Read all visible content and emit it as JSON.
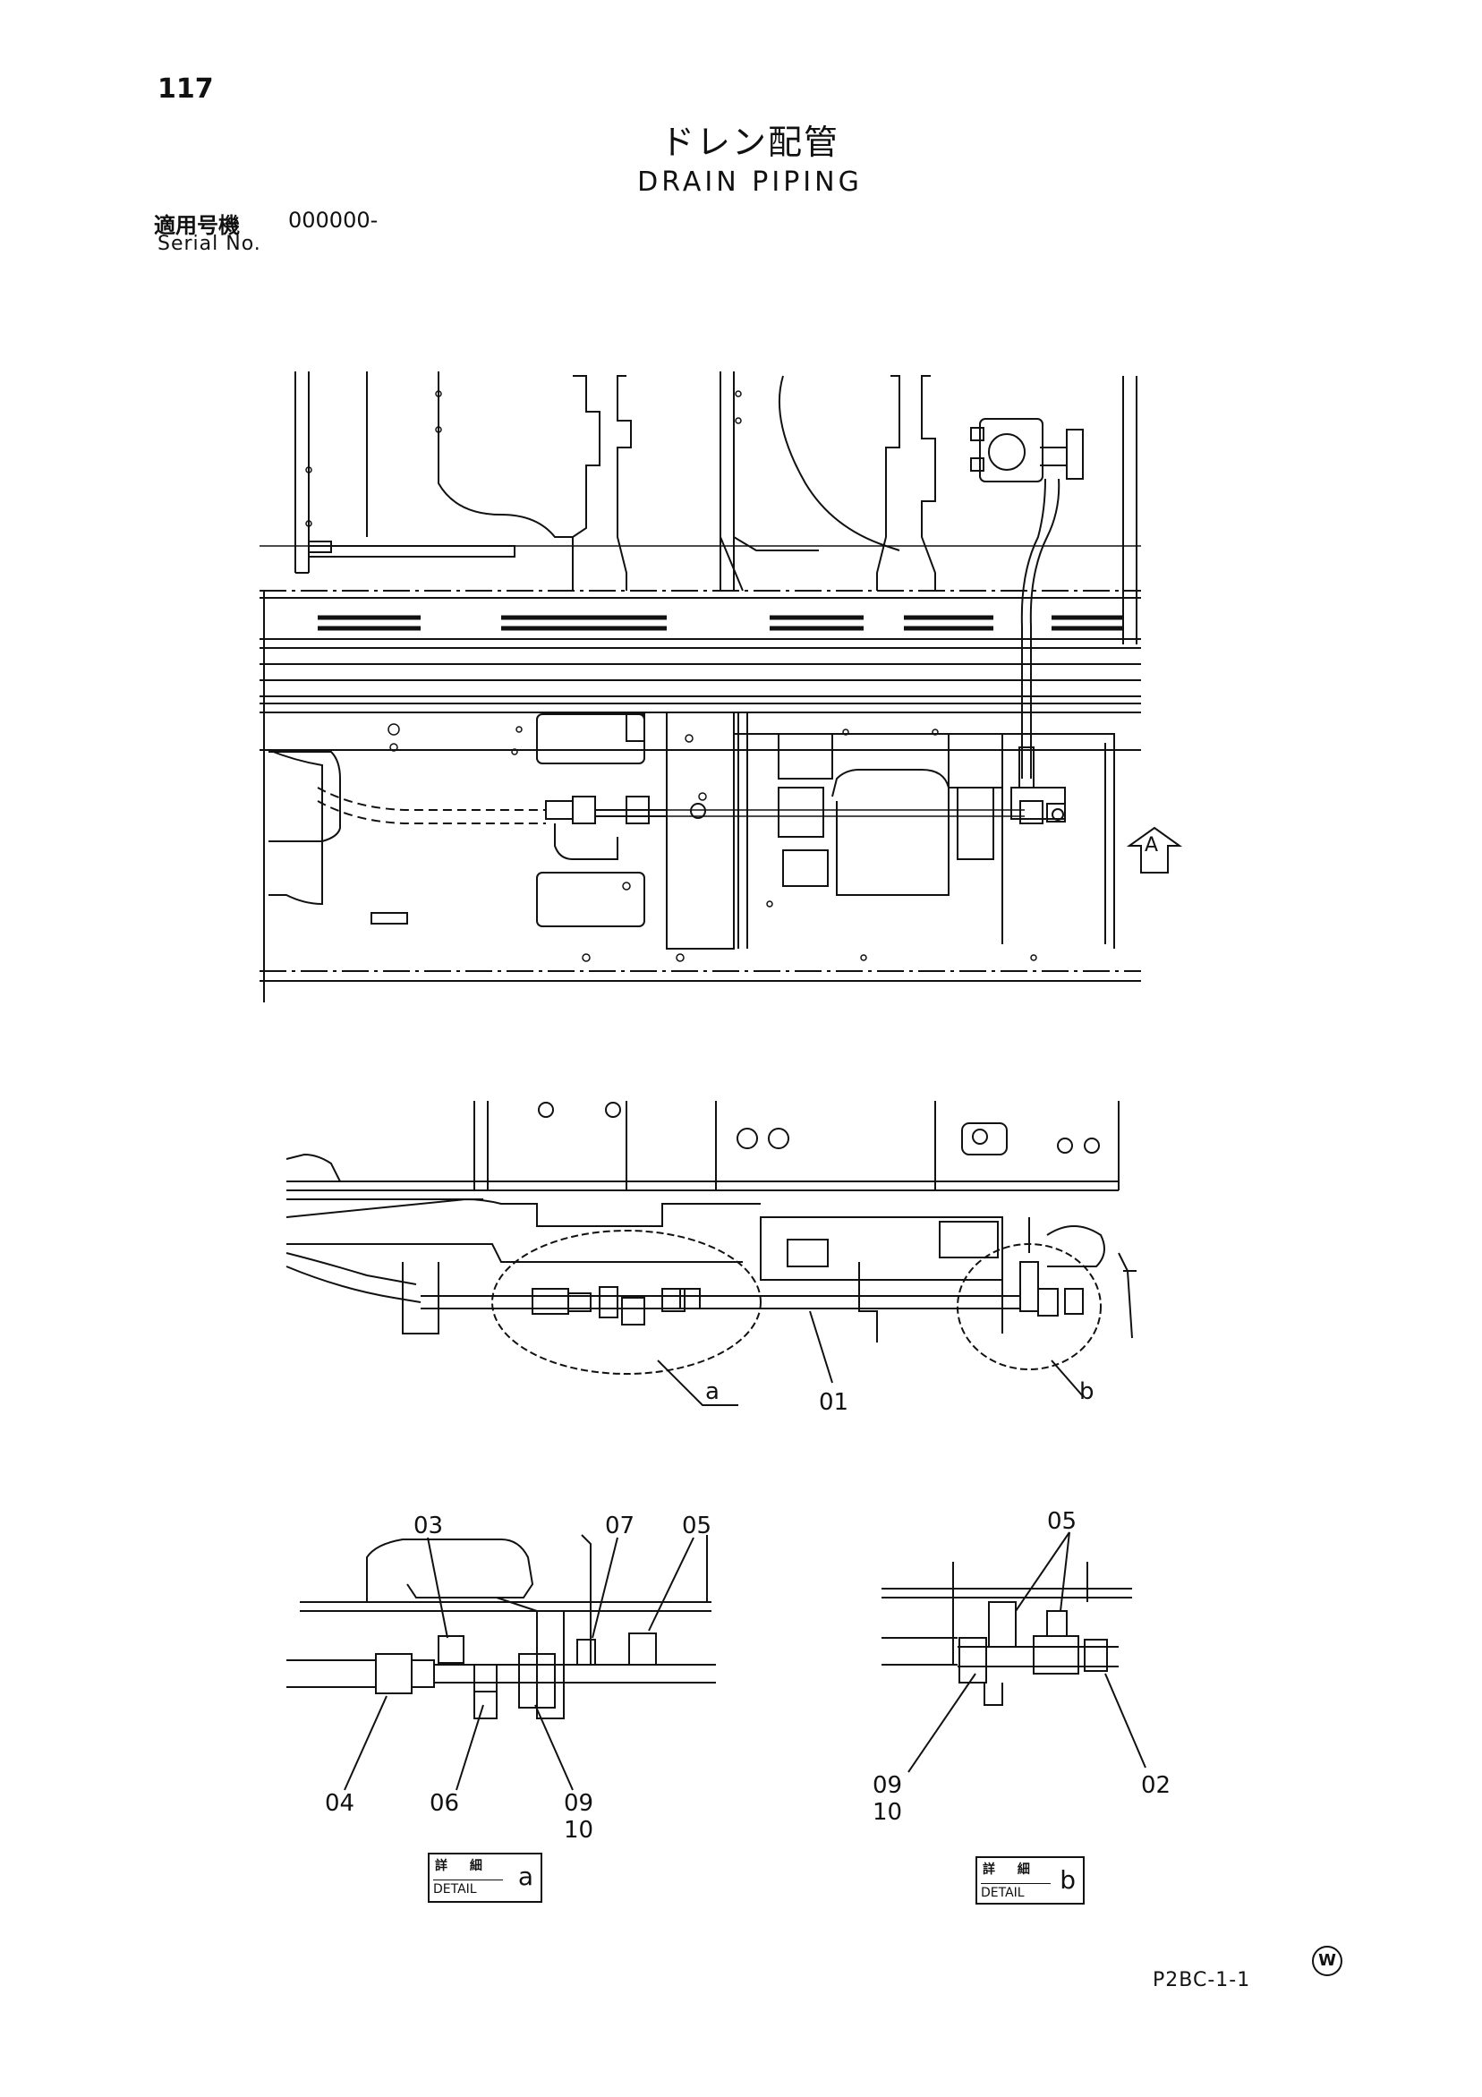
{
  "page_number": "117",
  "title_jp": "ドレン配管",
  "title_en": "DRAIN PIPING",
  "serial": {
    "label_jp": "適用号機",
    "value": "000000-",
    "label_en": "Serial No."
  },
  "view_marker": "A",
  "callouts_main": {
    "a": "a",
    "b": "b",
    "part01": "01"
  },
  "detail_a": {
    "labels": {
      "p03": "03",
      "p07": "07",
      "p05": "05",
      "p04": "04",
      "p06": "06",
      "p09": "09",
      "p10": "10"
    },
    "box_jp": "詳 細",
    "box_en": "DETAIL",
    "box_letter": "a"
  },
  "detail_b": {
    "labels": {
      "p05": "05",
      "p09": "09",
      "p10": "10",
      "p02": "02"
    },
    "box_jp": "詳 細",
    "box_en": "DETAIL",
    "box_letter": "b"
  },
  "footer_code": "P2BC-1-1",
  "watermark": "W"
}
